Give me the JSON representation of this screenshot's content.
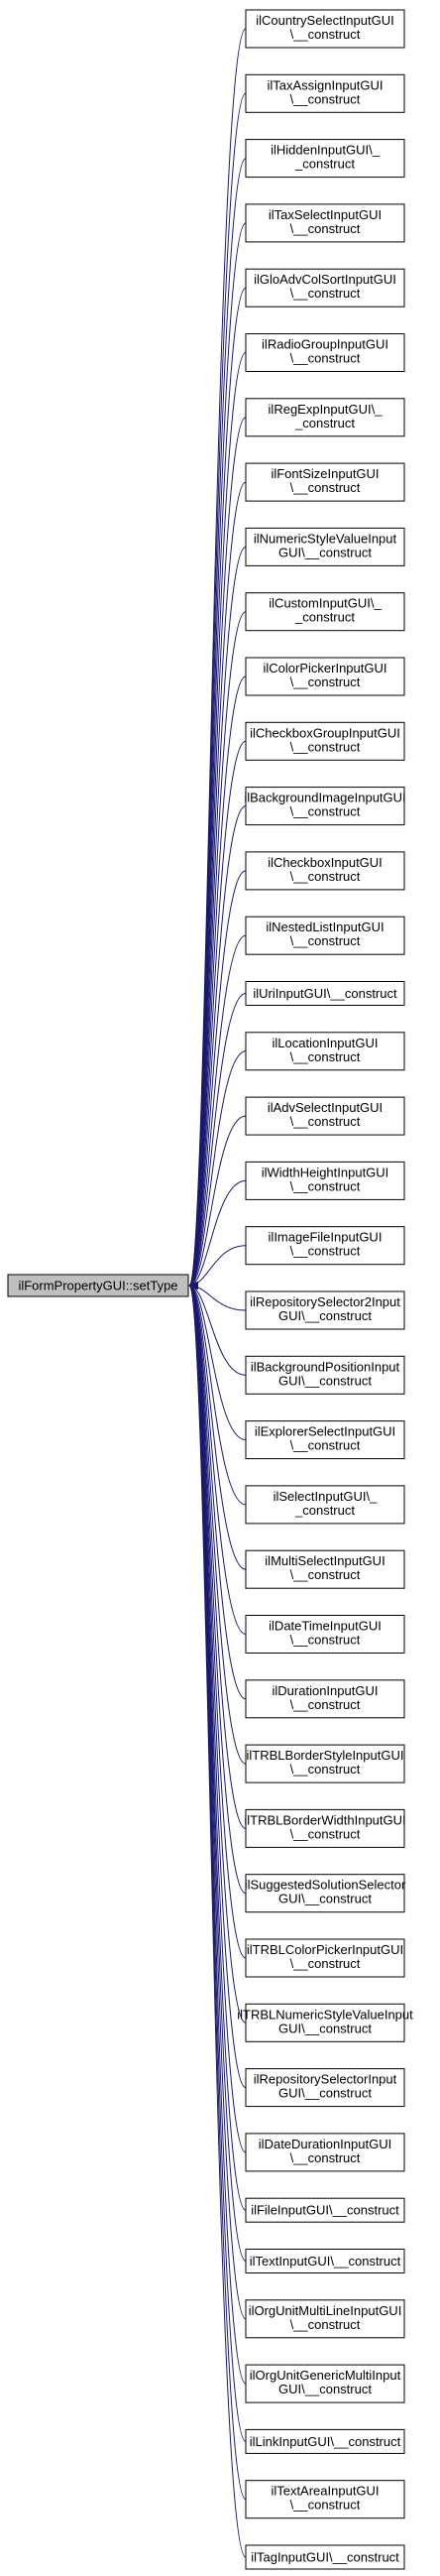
{
  "colors": {
    "edge": "#191970",
    "node_border": "#000000",
    "node_fill": "#ffffff",
    "root_fill": "#bfbfbf"
  },
  "root": {
    "lines": [
      "ilFormPropertyGUI::setType"
    ]
  },
  "callers": [
    {
      "lines": [
        "ilCountrySelectInputGUI",
        "\\__construct"
      ]
    },
    {
      "lines": [
        "ilTaxAssignInputGUI",
        "\\__construct"
      ]
    },
    {
      "lines": [
        "ilHiddenInputGUI\\_",
        "_construct"
      ]
    },
    {
      "lines": [
        "ilTaxSelectInputGUI",
        "\\__construct"
      ]
    },
    {
      "lines": [
        "ilGloAdvColSortInputGUI",
        "\\__construct"
      ]
    },
    {
      "lines": [
        "ilRadioGroupInputGUI",
        "\\__construct"
      ]
    },
    {
      "lines": [
        "ilRegExpInputGUI\\_",
        "_construct"
      ]
    },
    {
      "lines": [
        "ilFontSizeInputGUI",
        "\\__construct"
      ]
    },
    {
      "lines": [
        "ilNumericStyleValueInput",
        "GUI\\__construct"
      ]
    },
    {
      "lines": [
        "ilCustomInputGUI\\_",
        "_construct"
      ]
    },
    {
      "lines": [
        "ilColorPickerInputGUI",
        "\\__construct"
      ]
    },
    {
      "lines": [
        "ilCheckboxGroupInputGUI",
        "\\__construct"
      ]
    },
    {
      "lines": [
        "ilBackgroundImageInputGUI",
        "\\__construct"
      ]
    },
    {
      "lines": [
        "ilCheckboxInputGUI",
        "\\__construct"
      ]
    },
    {
      "lines": [
        "ilNestedListInputGUI",
        "\\__construct"
      ]
    },
    {
      "lines": [
        "ilUriInputGUI\\__construct"
      ]
    },
    {
      "lines": [
        "ilLocationInputGUI",
        "\\__construct"
      ]
    },
    {
      "lines": [
        "ilAdvSelectInputGUI",
        "\\__construct"
      ]
    },
    {
      "lines": [
        "ilWidthHeightInputGUI",
        "\\__construct"
      ]
    },
    {
      "lines": [
        "ilImageFileInputGUI",
        "\\__construct"
      ]
    },
    {
      "lines": [
        "ilRepositorySelector2Input",
        "GUI\\__construct"
      ]
    },
    {
      "lines": [
        "ilBackgroundPositionInput",
        "GUI\\__construct"
      ]
    },
    {
      "lines": [
        "ilExplorerSelectInputGUI",
        "\\__construct"
      ]
    },
    {
      "lines": [
        "ilSelectInputGUI\\_",
        "_construct"
      ]
    },
    {
      "lines": [
        "ilMultiSelectInputGUI",
        "\\__construct"
      ]
    },
    {
      "lines": [
        "ilDateTimeInputGUI",
        "\\__construct"
      ]
    },
    {
      "lines": [
        "ilDurationInputGUI",
        "\\__construct"
      ]
    },
    {
      "lines": [
        "ilTRBLBorderStyleInputGUI",
        "\\__construct"
      ]
    },
    {
      "lines": [
        "ilTRBLBorderWidthInputGUI",
        "\\__construct"
      ]
    },
    {
      "lines": [
        "ilSuggestedSolutionSelector",
        "GUI\\__construct"
      ]
    },
    {
      "lines": [
        "ilTRBLColorPickerInputGUI",
        "\\__construct"
      ]
    },
    {
      "lines": [
        "ilTRBLNumericStyleValueInput",
        "GUI\\__construct"
      ]
    },
    {
      "lines": [
        "ilRepositorySelectorInput",
        "GUI\\__construct"
      ]
    },
    {
      "lines": [
        "ilDateDurationInputGUI",
        "\\__construct"
      ]
    },
    {
      "lines": [
        "ilFileInputGUI\\__construct"
      ]
    },
    {
      "lines": [
        "ilTextInputGUI\\__construct"
      ]
    },
    {
      "lines": [
        "ilOrgUnitMultiLineInputGUI",
        "\\__construct"
      ]
    },
    {
      "lines": [
        "ilOrgUnitGenericMultiInput",
        "GUI\\__construct"
      ]
    },
    {
      "lines": [
        "ilLinkInputGUI\\__construct"
      ]
    },
    {
      "lines": [
        "ilTextAreaInputGUI",
        "\\__construct"
      ]
    },
    {
      "lines": [
        "ilTagInputGUI\\__construct"
      ]
    }
  ]
}
